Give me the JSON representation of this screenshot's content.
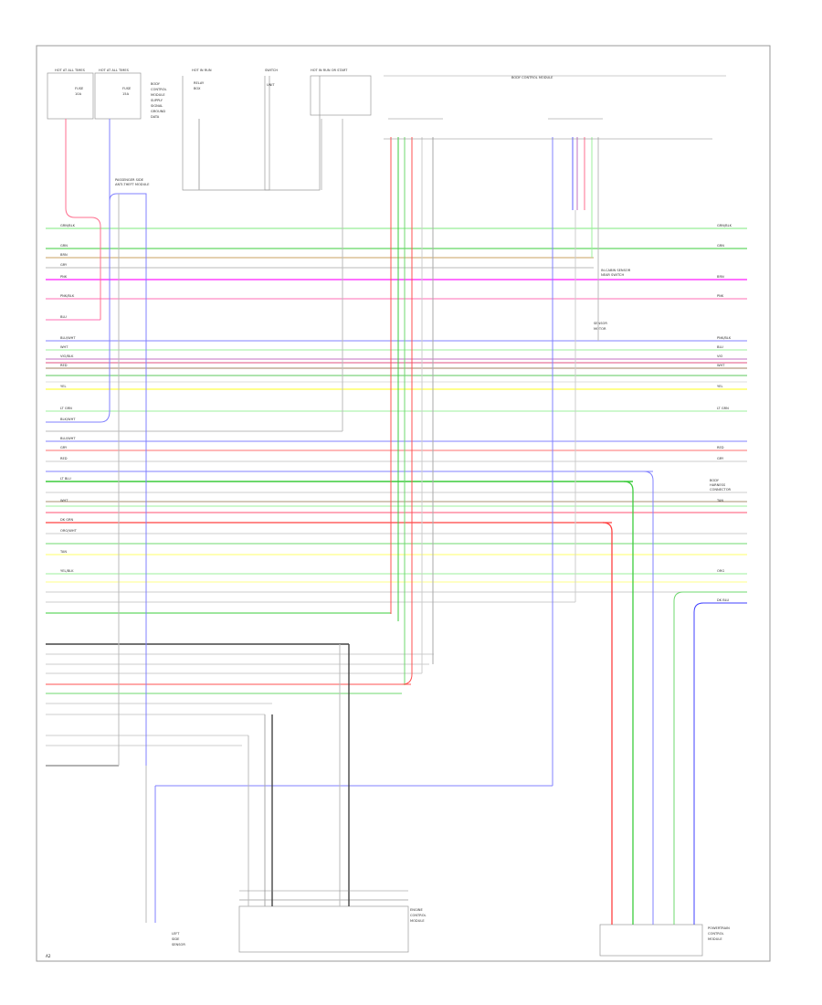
{
  "diagram": {
    "title": "WIRING DIAGRAM",
    "page_ref": "A2",
    "top_banner": "BODY CONTROL MODULE",
    "components": {
      "fuse_1": [
        "HOT AT ALL TIMES",
        "FUSE",
        "10A"
      ],
      "fuse_2": [
        "HOT AT ALL TIMES",
        "FUSE",
        "15A"
      ],
      "block_text": [
        "BODY",
        "CONTROL",
        "MODULE",
        "SUPPLY",
        "SIGNAL",
        "GROUND",
        "DATA"
      ],
      "relay_1": [
        "HOT IN RUN",
        "RELAY",
        "BOX"
      ],
      "switch_1": [
        "SWITCH",
        "UNIT"
      ],
      "switch_2": [
        "HOT IN RUN OR START"
      ],
      "pass_connector": [
        "PASSENGER SIDE",
        "ANTI-THEFT MODULE"
      ],
      "note_1": [
        "IN-CABIN SENSOR",
        "NEAR SWITCH"
      ],
      "note_2": [
        "SENSOR",
        "MOTOR"
      ],
      "right_block": [
        "BODY",
        "HARNESS",
        "CONNECTOR"
      ],
      "bottom_left": [
        "LEFT",
        "SIDE",
        "SENSOR"
      ],
      "bottom_mid": [
        "ENGINE",
        "CONTROL",
        "MODULE"
      ],
      "bottom_right": [
        "POWERTRAIN",
        "CONTROL",
        "MODULE"
      ]
    },
    "wire_labels_left": [
      "GRN/BLK",
      "GRN",
      "BRN",
      "GRY",
      "PNK",
      "PNK/BLK",
      "BLU",
      "BLU/WHT",
      "WHT",
      "VIO/BLK",
      "RED",
      "YEL",
      "LT GRN",
      "BLK/WHT",
      "BLU/WHT",
      "GRY",
      "RED",
      "LT BLU",
      "WHT",
      "DK GRN",
      "ORG/WHT",
      "TAN",
      "YEL/BLK"
    ],
    "wire_labels_right": [
      "GRN/BLK",
      "GRN",
      "BRN",
      "PNK",
      "PNK/BLK",
      "BLU",
      "VIO",
      "WHT",
      "YEL",
      "LT GRN",
      "RED",
      "GRY",
      "TAN",
      "ORG",
      "DK BLU"
    ]
  }
}
